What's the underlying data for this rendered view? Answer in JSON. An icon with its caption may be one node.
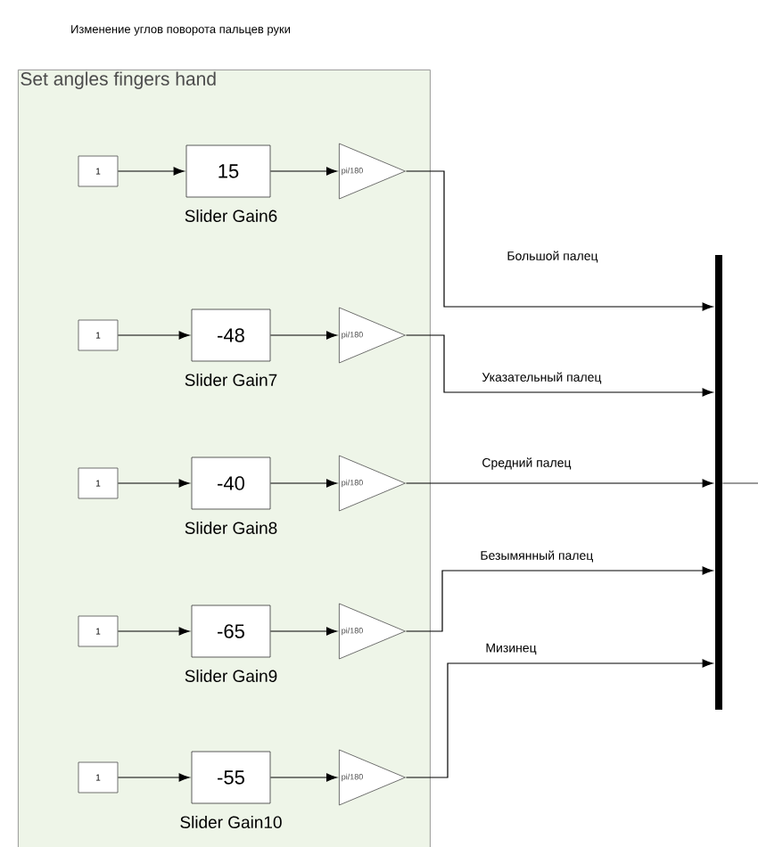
{
  "diagram": {
    "title": "Изменение углов поворота пальцев руки",
    "nodes": [
      {
        "text": [
          "Set angles fingers hand"
        ]
      },
      {
        "text": [
          "1"
        ],
        "in": 0
      },
      {
        "text": [
          "1"
        ],
        "in": 0
      },
      {
        "text": [
          "1"
        ],
        "in": 0
      },
      {
        "text": [
          "1"
        ],
        "in": 0
      },
      {
        "text": [
          "1"
        ],
        "in": 0
      },
      {
        "text": [
          "15"
        ],
        "beside": [
          "Slider Gain6"
        ],
        "in": 0
      },
      {
        "text": [
          "-48"
        ],
        "beside": [
          "Slider Gain7"
        ],
        "in": 0
      },
      {
        "text": [
          "-40"
        ],
        "beside": [
          "Slider Gain8"
        ],
        "in": 0
      },
      {
        "text": [
          "-65"
        ],
        "beside": [
          "Slider Gain9"
        ],
        "in": 0
      },
      {
        "text": [
          "-55"
        ],
        "beside": [
          "Slider Gain10"
        ],
        "in": 0
      },
      {
        "text": [
          "pi/180"
        ],
        "in": 0
      },
      {
        "text": [
          "pi/180"
        ],
        "in": 0
      },
      {
        "text": [
          "pi/180"
        ],
        "in": 0
      },
      {
        "text": [
          "pi/180"
        ],
        "in": 0
      },
      {
        "text": [
          "pi/180"
        ],
        "in": 0
      },
      {
        "text": [],
        "shape": "bar"
      }
    ],
    "edges": [
      {
        "from": 1,
        "to": 6,
        "arrow": "to"
      },
      {
        "from": 2,
        "to": 7,
        "arrow": "to"
      },
      {
        "from": 3,
        "to": 8,
        "arrow": "to"
      },
      {
        "from": 4,
        "to": 9,
        "arrow": "to"
      },
      {
        "from": 5,
        "to": 10,
        "arrow": "to"
      },
      {
        "from": 6,
        "to": 11,
        "arrow": "to"
      },
      {
        "from": 7,
        "to": 12,
        "arrow": "to"
      },
      {
        "from": 8,
        "to": 13,
        "arrow": "to"
      },
      {
        "from": 9,
        "to": 14,
        "arrow": "to"
      },
      {
        "from": 10,
        "to": 15,
        "arrow": "to"
      },
      {
        "from": 11,
        "to": 16,
        "arrow": "to",
        "label": "Большой палец"
      },
      {
        "from": 12,
        "to": 16,
        "arrow": "to",
        "label": "Указательный палец"
      },
      {
        "from": 13,
        "to": 16,
        "arrow": "to",
        "label": "Средний палец"
      },
      {
        "from": 14,
        "to": 16,
        "arrow": "to",
        "label": "Безымянный палец"
      },
      {
        "from": 15,
        "to": 16,
        "arrow": "to",
        "label": "Мизинец"
      },
      {
        "from": 16,
        "to": null,
        "arrow": "none"
      }
    ]
  }
}
